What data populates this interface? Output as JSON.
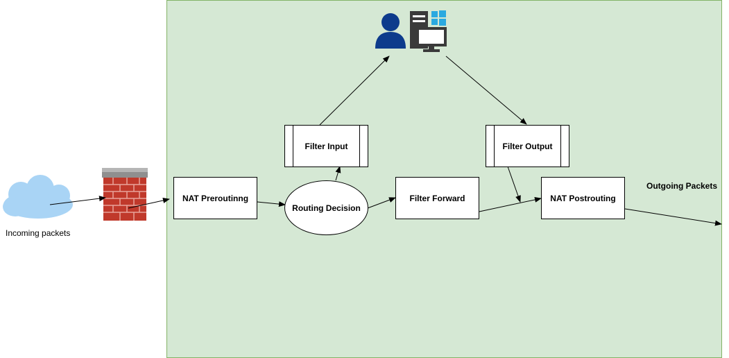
{
  "nodes": {
    "nat_prerouting": "NAT Preroutinng",
    "routing_decision": "Routing Decision",
    "filter_input": "Filter Input",
    "filter_forward": "Filter Forward",
    "filter_output": "Filter Output",
    "nat_postrouting": "NAT Postrouting"
  },
  "labels": {
    "incoming": "Incoming packets",
    "outgoing": "Outgoing Packets"
  },
  "icons": {
    "cloud": "cloud-icon",
    "firewall": "firewall-icon",
    "user": "user-icon",
    "server": "server-icon",
    "windows": "windows-logo-icon",
    "monitor": "monitor-icon"
  },
  "colors": {
    "region_fill": "#d5e8d4",
    "region_border": "#82b366",
    "cloud": "#a9d4f5",
    "brick": "#c0392b",
    "user_blue": "#0d3b8c",
    "server_dark": "#3a3a3a",
    "windows_blue": "#2aa9e0"
  }
}
